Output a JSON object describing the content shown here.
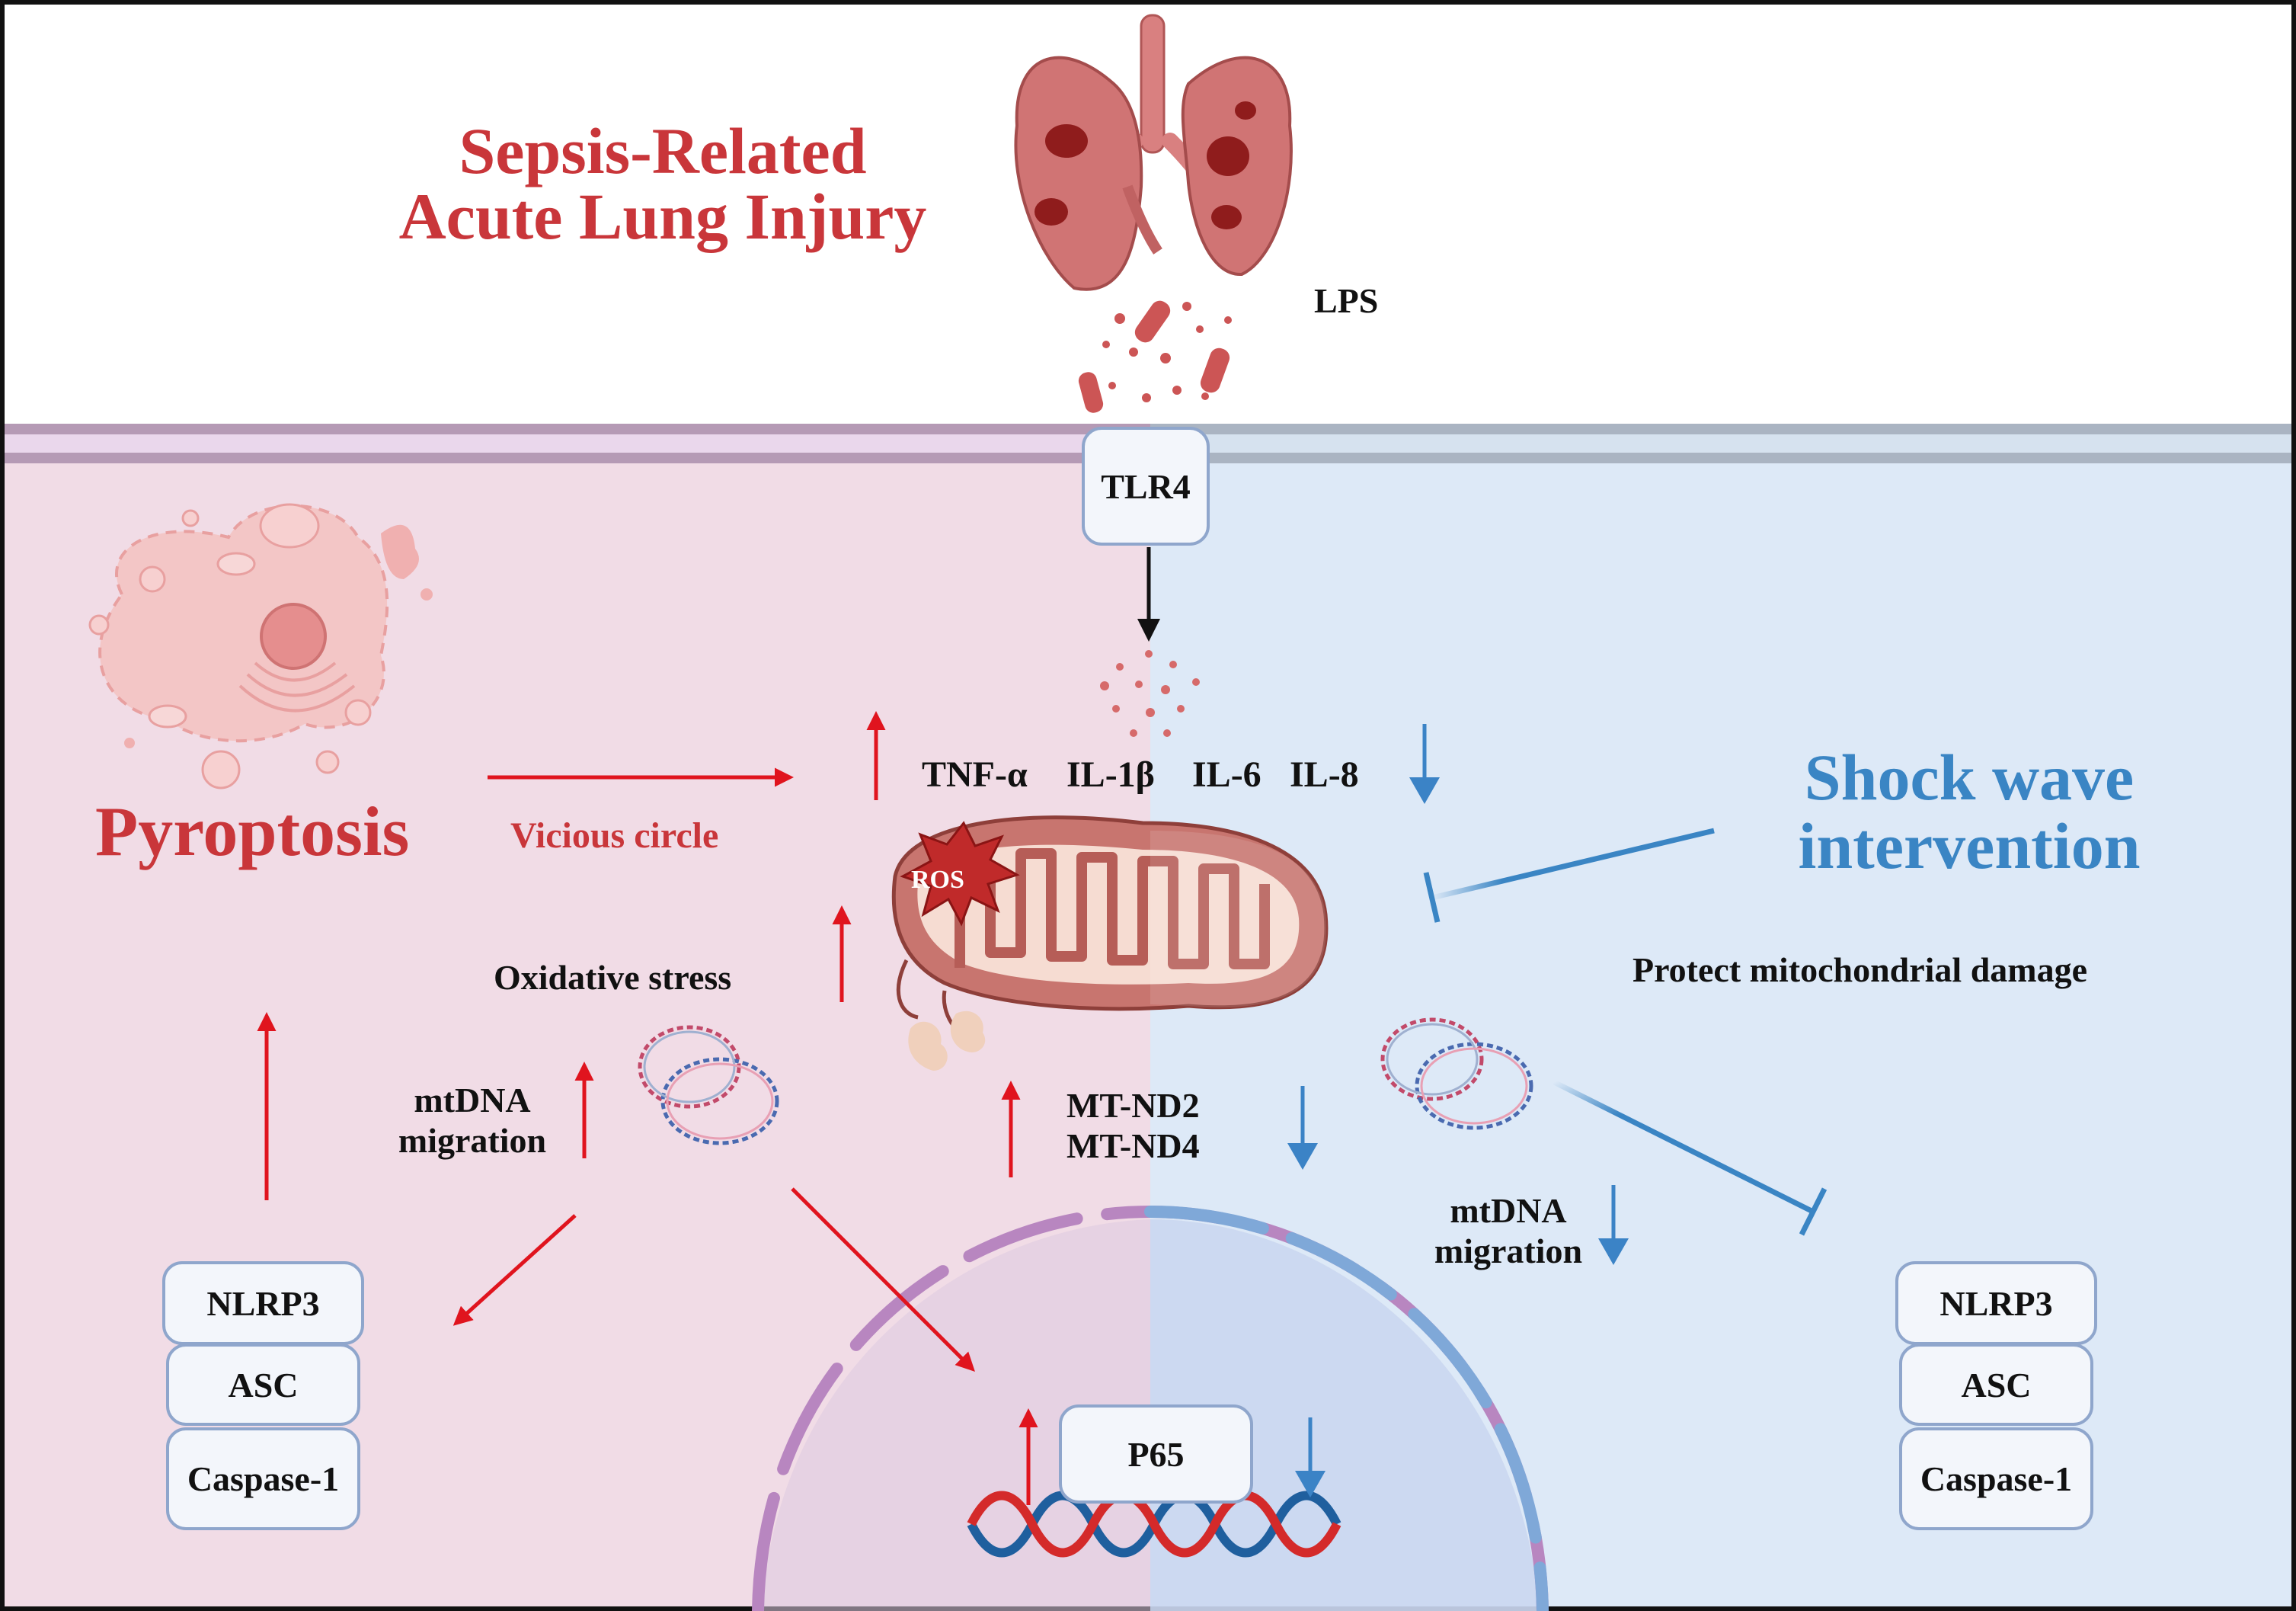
{
  "title": {
    "line1": "Sepsis-Related",
    "line2": "Acute Lung Injury"
  },
  "lps_label": "LPS",
  "tlr4_label": "TLR4",
  "cytokines": {
    "tnf": "TNF-α",
    "il1b": "IL-1β",
    "il6": "IL-6",
    "il8": "IL-8"
  },
  "pyroptosis_label": "Pyroptosis",
  "vicious_circle_label": "Vicious circle",
  "ros_label": "ROS",
  "oxidative_stress_label": "Oxidative stress",
  "mtdna_left": {
    "line1": "mtDNA",
    "line2": "migration"
  },
  "mt_nd": {
    "line1": "MT-ND2",
    "line2": "MT-ND4"
  },
  "mtdna_right": {
    "line1": "mtDNA",
    "line2": "migration"
  },
  "intervention": {
    "line1": "Shock wave",
    "line2": "intervention"
  },
  "protect_label": "Protect mitochondrial damage",
  "inflammasome_left": [
    "NLRP3",
    "ASC",
    "Caspase-1"
  ],
  "inflammasome_right": [
    "NLRP3",
    "ASC",
    "Caspase-1"
  ],
  "p65_label": "P65",
  "colors": {
    "left_bg": "#f1dce6",
    "right_bg": "#dde9f7",
    "up_arrow": "#e0141e",
    "down_arrow": "#3b83c6",
    "title_red": "#c9363a",
    "intervention_blue": "#3a85c4"
  }
}
